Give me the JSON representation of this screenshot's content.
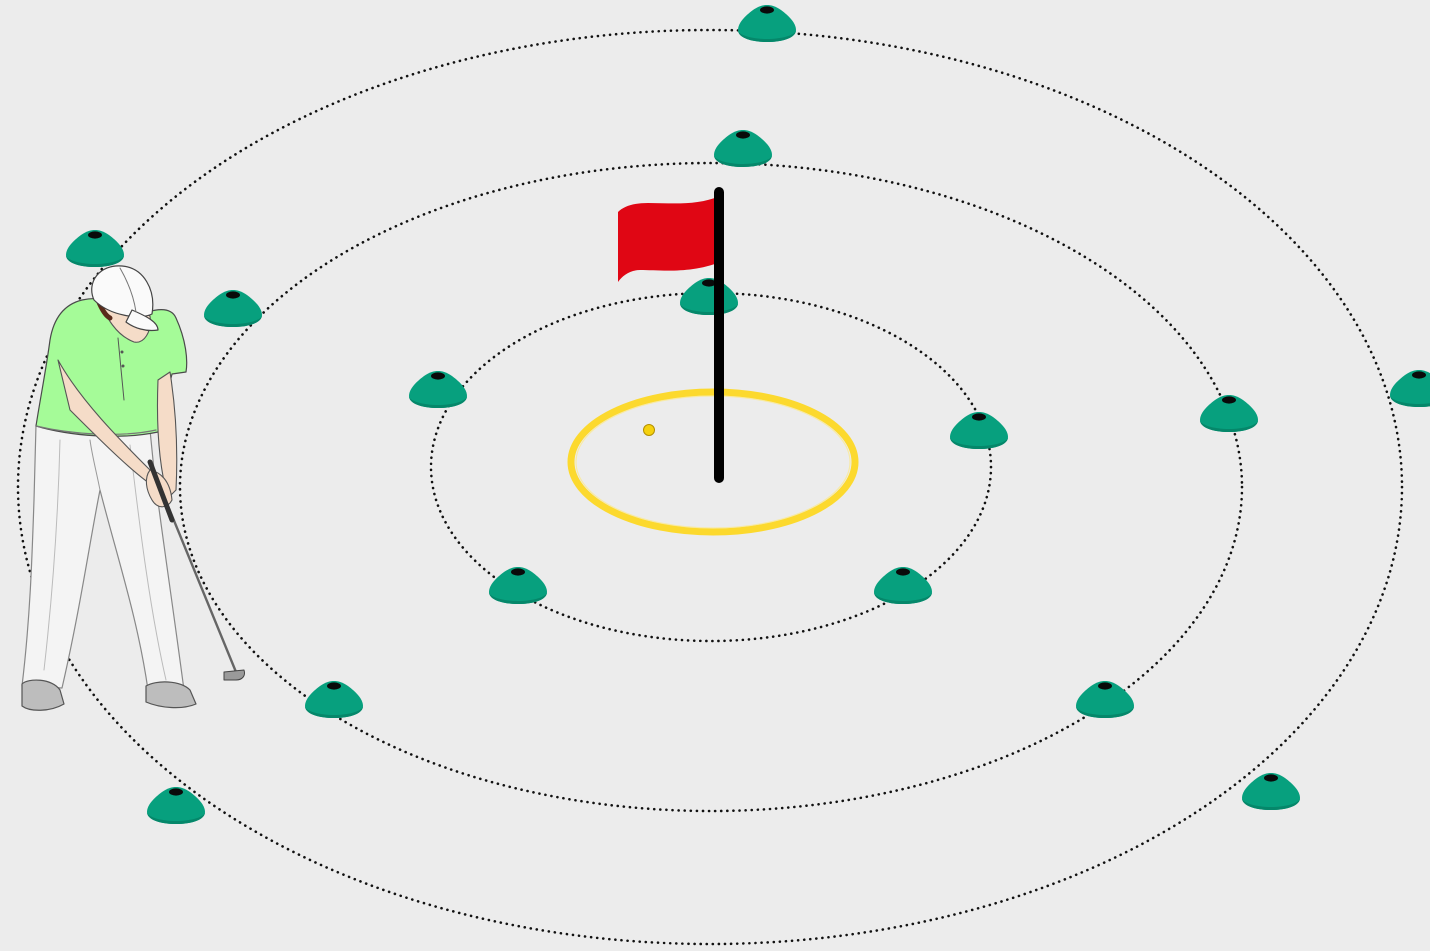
{
  "scene": {
    "background": "#ececec",
    "description_icons": {
      "flag": "flag-icon",
      "cone": "marker-cone-icon",
      "ball": "golf-ball-icon",
      "golfer": "golfer-putting-icon"
    },
    "colors": {
      "cone": "#07a07e",
      "cone_hole": "#0a0a0a",
      "flag": "#e00614",
      "pole": "#000000",
      "hole_ring": "#fcd92e",
      "ball": "#f5d10e",
      "shirt": "#a5fb98",
      "skin": "#f5dcc8",
      "trousers": "#f4f4f4",
      "shoes": "#bdbdbd",
      "ring_line": "#111111"
    },
    "rings": [
      {
        "name": "inner-ring",
        "cone_count": 5
      },
      {
        "name": "middle-ring",
        "cone_count": 5
      },
      {
        "name": "outer-ring",
        "cone_count": 5
      }
    ]
  }
}
